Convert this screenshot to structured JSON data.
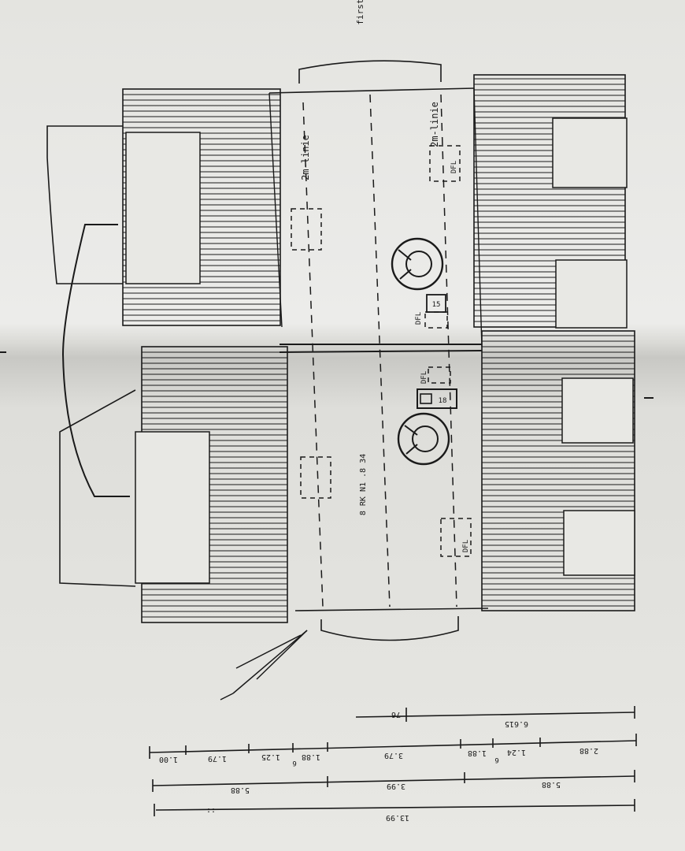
{
  "drawing": {
    "line_labels": {
      "upper_left": "2m-linie",
      "upper_right": "2m-linie",
      "side_mark": "first"
    },
    "box_labels": {
      "upper_right_box": "DFL",
      "upper_small_box": "DFL",
      "lower_small_box": "DFL",
      "lower_right_box": "DFL"
    },
    "center_text": "8 RK N1 .8 34",
    "sign_labels": {
      "upper": "15",
      "lower": "18"
    },
    "dimensions": {
      "row1": {
        "segments": [
          "13.99"
        ],
        "mark": "::"
      },
      "row2": {
        "segments": [
          "5.88",
          "3.99",
          "5.88"
        ]
      },
      "row3": {
        "segments": [
          "2.88",
          "1.24",
          "1.88",
          "3.79",
          "1.88",
          "1.25",
          "1.79",
          "1.00"
        ],
        "small_marks": [
          "6",
          "6"
        ]
      },
      "row4": {
        "segments": [
          "6.615",
          "76"
        ]
      }
    },
    "colors": {
      "paper": "#e9e9e5",
      "ink": "#1a1a1a",
      "shadow": "#cfcfcb"
    }
  }
}
